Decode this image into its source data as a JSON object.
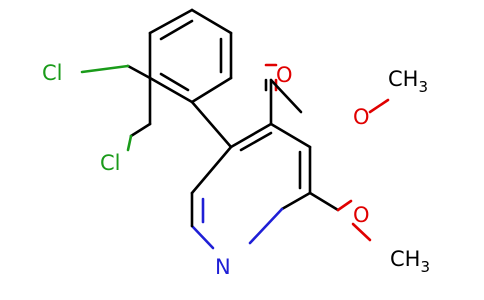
{
  "molecule": {
    "colors": {
      "carbon": "#000000",
      "chlorine": "#1a9b1a",
      "oxygen": "#e00000",
      "nitrogen": "#1f1fd6"
    },
    "labels": {
      "cl_top": "Cl",
      "cl_bottom": "Cl",
      "o_carbonyl": "O",
      "o_ester": "O",
      "ester_methyl": "CH",
      "ester_methyl_sub": "3",
      "o_methoxy": "O",
      "methoxy_methyl": "CH",
      "methoxy_methyl_sub": "3",
      "n_ring": "N"
    }
  }
}
